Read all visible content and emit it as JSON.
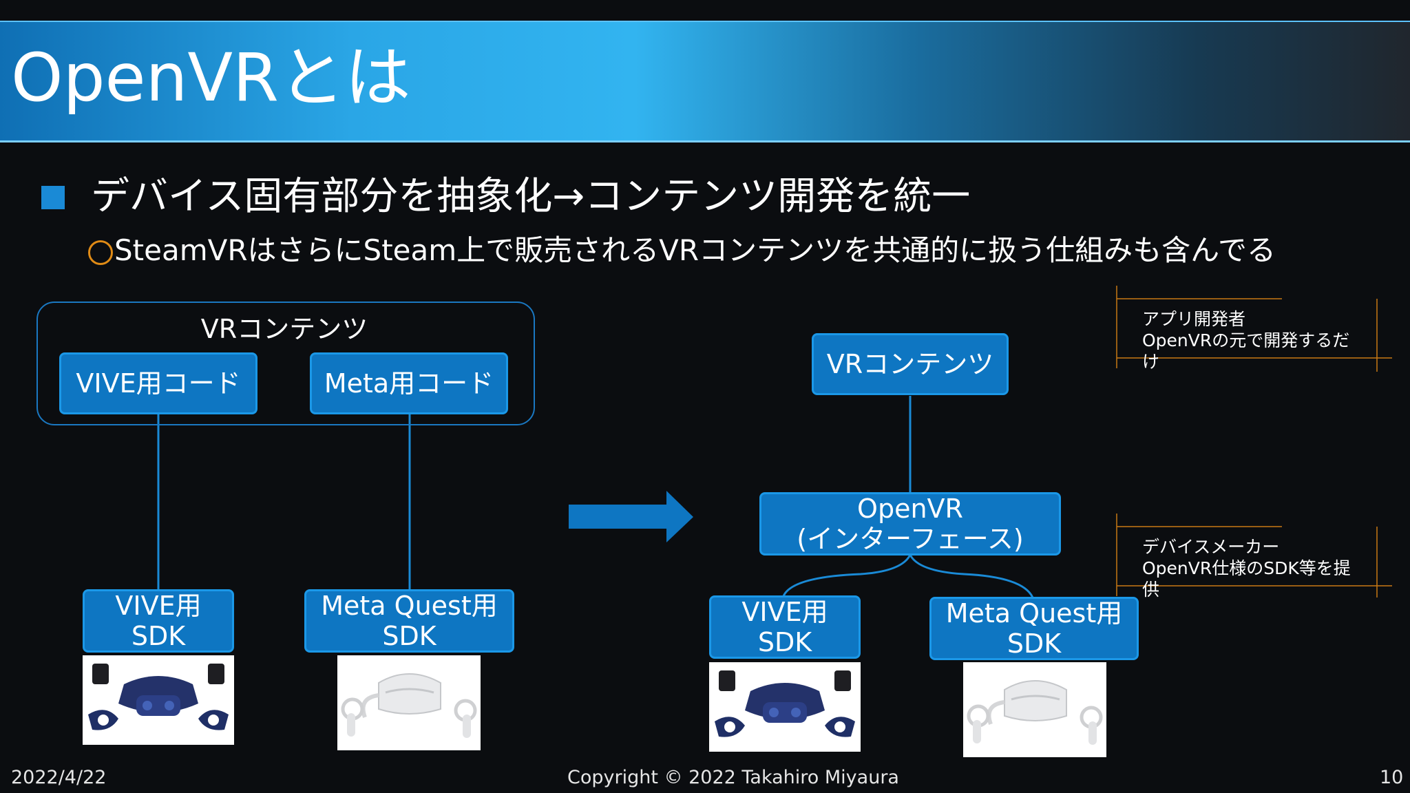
{
  "slide": {
    "title": "OpenVRとは",
    "bullet": "デバイス固有部分を抽象化→コンテンツ開発を統一",
    "sub_bullet": "SteamVRはさらにSteam上で販売されるVRコンテンツを共通的に扱う仕組みも含んでる"
  },
  "left_diagram": {
    "group_label": "VRコンテンツ",
    "vive_code": "VIVE用コード",
    "meta_code": "Meta用コード",
    "vive_sdk": "VIVE用\nSDK",
    "meta_sdk": "Meta Quest用\nSDK"
  },
  "right_diagram": {
    "content": "VRコンテンツ",
    "openvr": "OpenVR\n(インターフェース)",
    "vive_sdk": "VIVE用\nSDK",
    "meta_sdk": "Meta Quest用\nSDK"
  },
  "notes": {
    "app_dev": "アプリ開発者\nOpenVRの元で開発するだ\nけ",
    "device_maker": "デバイスメーカー\nOpenVR仕様のSDK等を提\n供"
  },
  "footer": {
    "date": "2022/4/22",
    "copyright": "Copyright © 2022 Takahiro Miyaura",
    "page": "10"
  },
  "colors": {
    "accent": "#0e76c2",
    "bullet": "#1a8ad6",
    "note_line": "#e08b16"
  }
}
